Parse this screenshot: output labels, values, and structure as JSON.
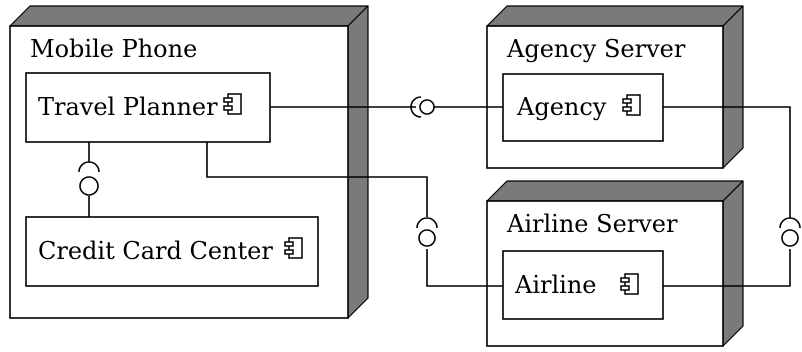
{
  "nodes": {
    "mobile_phone": {
      "title": "Mobile Phone"
    },
    "agency_server": {
      "title": "Agency Server"
    },
    "airline_server": {
      "title": "Airline Server"
    }
  },
  "components": {
    "travel_planner": {
      "label": "Travel Planner",
      "icon": "component-icon"
    },
    "credit_card_center": {
      "label": "Credit Card Center",
      "icon": "component-icon"
    },
    "agency": {
      "label": "Agency",
      "icon": "component-icon"
    },
    "airline": {
      "label": "Airline",
      "icon": "component-icon"
    }
  },
  "connectors": [
    {
      "from": "travel_planner",
      "to": "agency",
      "symbol": "ball-and-socket"
    },
    {
      "from": "travel_planner",
      "to": "credit_card_center",
      "symbol": "ball-and-socket"
    },
    {
      "from": "travel_planner",
      "to": "airline",
      "symbol": "ball-and-socket"
    },
    {
      "from": "agency",
      "to": "airline",
      "symbol": "ball-and-socket"
    }
  ]
}
